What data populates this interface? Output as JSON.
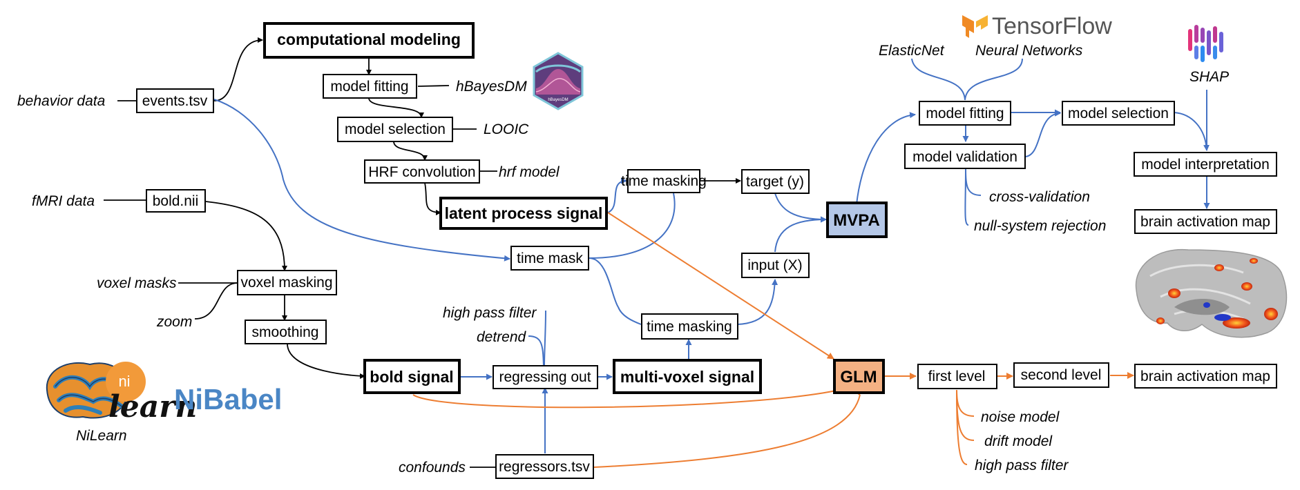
{
  "colors": {
    "blue": "#4472C4",
    "orange": "#ED7D31",
    "mvpa_fill": "#B4C7E7",
    "glm_fill": "#F4B183",
    "nibabel": "#4A86C5",
    "tensorflow_orange": "#F08A24"
  },
  "boxes": {
    "computational_modeling": "computational modeling",
    "model_fitting": "model fitting",
    "model_selection": "model selection",
    "hrf_convolution": "HRF convolution",
    "latent_process_signal": "latent process signal",
    "events": "events.tsv",
    "bold_nii": "bold.nii",
    "voxel_masking": "voxel masking",
    "smoothing": "smoothing",
    "bold_signal": "bold signal",
    "regressing_out": "regressing out",
    "multi_voxel_signal": "multi-voxel signal",
    "regressors": "regressors.tsv",
    "time_mask": "time mask",
    "time_masking_top": "time masking",
    "time_masking_bottom": "time masking",
    "target": "target (y)",
    "input": "input (X)",
    "mvpa": "MVPA",
    "glm": "GLM",
    "mvpa_model_fitting": "model fitting",
    "mvpa_model_validation": "model validation",
    "mvpa_model_selection": "model selection",
    "model_interpretation": "model interpretation",
    "brain_map_top": "brain activation map",
    "first_level": "first level",
    "second_level": "second level",
    "brain_map_bottom": "brain activation map"
  },
  "labels": {
    "behavior_data": "behavior data",
    "fmri_data": "fMRI data",
    "voxel_masks": "voxel masks",
    "zoom": "zoom",
    "hbayesdm": "hBayesDM",
    "looic": "LOOIC",
    "hrf_model": "hrf model",
    "high_pass_filter_top": "high pass filter",
    "detrend": "detrend",
    "confounds": "confounds",
    "elasticnet": "ElasticNet",
    "neural_networks": "Neural Networks",
    "shap": "SHAP",
    "cross_validation": "cross-validation",
    "null_system_rejection": "null-system rejection",
    "noise_model": "noise model",
    "drift_model": "drift model",
    "high_pass_filter_bottom": "high pass filter",
    "nilearn": "NiLearn"
  },
  "logos": {
    "tensorflow": "TensorFlow",
    "nibabel": "NiBabel",
    "nilearn_ni": "ni",
    "nilearn_learn": "learn",
    "hbayesdm_badge": "hBayesDM"
  }
}
